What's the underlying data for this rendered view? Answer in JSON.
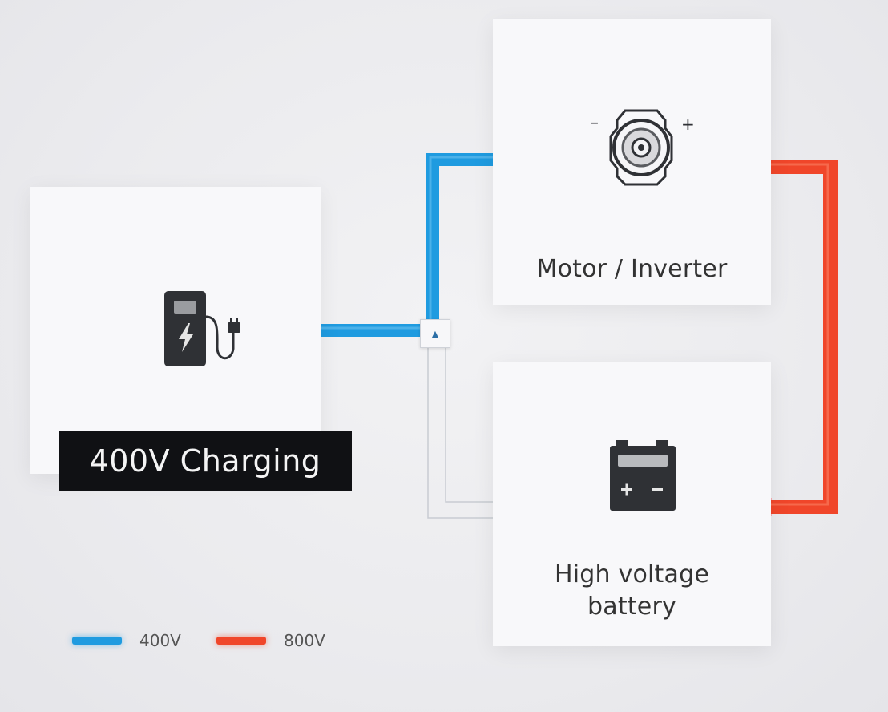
{
  "labels": {
    "charging": "400V Charging",
    "motor": "Motor / Inverter",
    "battery": "High voltage\nbattery"
  },
  "legend": [
    {
      "label": "400V",
      "color": "#1f9be0"
    },
    {
      "label": "800V",
      "color": "#f0462a"
    }
  ],
  "colors": {
    "wire_400v": "#1f9be0",
    "wire_800v": "#f0462a",
    "icon_dark": "#2f3135"
  },
  "icons": {
    "charger": "ev-charger-icon",
    "motor": "motor-icon",
    "battery": "battery-icon",
    "junction": "junction-icon"
  }
}
